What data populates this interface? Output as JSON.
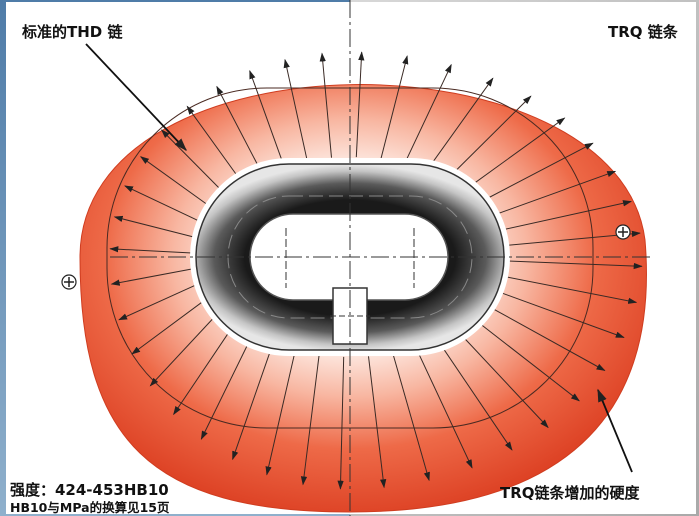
{
  "labels": {
    "standard_thd_chain": "标准的THD 链",
    "trq_chain": "TRQ 链条",
    "trq_hardness": "TRQ链条增加的硬度",
    "strength": "强度：424-453HB10",
    "conversion_note": "HB10与MPa的换算见15页"
  },
  "icons": {
    "positive_marker": "plus-circle-icon"
  },
  "colors": {
    "background_left": "#5b87b0",
    "background_right": "#c8c8c8",
    "outer_hardness_red": "#e8482a",
    "inner_hardness_light": "#fdf3ef",
    "ring_dark": "#1c1c1c",
    "ring_grey": "#c9c9c9"
  }
}
